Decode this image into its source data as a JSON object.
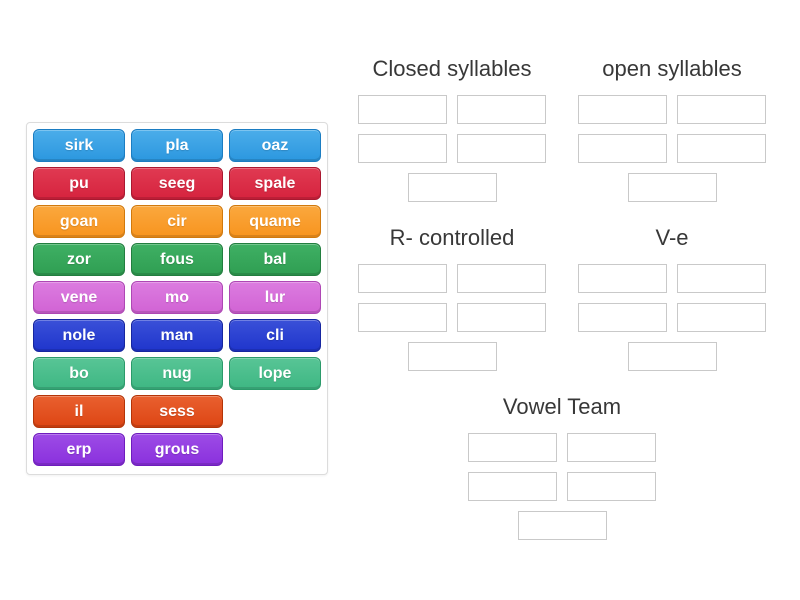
{
  "app": {
    "type": "group-sort-game"
  },
  "ui_colors": {
    "heading_text": "#383838",
    "slot_border": "#c9c9c9",
    "panel_border": "#dcdcdc",
    "tile_text": "#ffffff"
  },
  "palette": {
    "blue": {
      "light": "#4badea",
      "base": "#2b97df",
      "border": "#1b7dc2"
    },
    "red": {
      "light": "#e03a52",
      "base": "#d6233e",
      "border": "#aa1830"
    },
    "orange": {
      "light": "#faa83e",
      "base": "#f8941e",
      "border": "#d1790c"
    },
    "green": {
      "light": "#3fb064",
      "base": "#2f9e52",
      "border": "#227e3f"
    },
    "orchid": {
      "light": "#dc7ce0",
      "base": "#d163d4",
      "border": "#ae47b4"
    },
    "royalblue": {
      "light": "#3a50d8",
      "base": "#1f35cc",
      "border": "#1626a0"
    },
    "emerald": {
      "light": "#58c596",
      "base": "#3eb783",
      "border": "#2b9a6a"
    },
    "vermillion": {
      "light": "#e9602f",
      "base": "#dd4514",
      "border": "#b43407"
    },
    "violet": {
      "light": "#9d4ce6",
      "base": "#8a30dd",
      "border": "#6f1cbe"
    }
  },
  "word_bank": {
    "rows": [
      [
        {
          "label": "sirk",
          "color": "blue"
        },
        {
          "label": "pla",
          "color": "blue"
        },
        {
          "label": "oaz",
          "color": "blue"
        }
      ],
      [
        {
          "label": "pu",
          "color": "red"
        },
        {
          "label": "seeg",
          "color": "red"
        },
        {
          "label": "spale",
          "color": "red"
        }
      ],
      [
        {
          "label": "goan",
          "color": "orange"
        },
        {
          "label": "cir",
          "color": "orange"
        },
        {
          "label": "quame",
          "color": "orange"
        }
      ],
      [
        {
          "label": "zor",
          "color": "green"
        },
        {
          "label": "fous",
          "color": "green"
        },
        {
          "label": "bal",
          "color": "green"
        }
      ],
      [
        {
          "label": "vene",
          "color": "orchid"
        },
        {
          "label": "mo",
          "color": "orchid"
        },
        {
          "label": "lur",
          "color": "orchid"
        }
      ],
      [
        {
          "label": "nole",
          "color": "royalblue"
        },
        {
          "label": "man",
          "color": "royalblue"
        },
        {
          "label": "cli",
          "color": "royalblue"
        }
      ],
      [
        {
          "label": "bo",
          "color": "emerald"
        },
        {
          "label": "nug",
          "color": "emerald"
        },
        {
          "label": "lope",
          "color": "emerald"
        }
      ],
      [
        {
          "label": "il",
          "color": "vermillion"
        },
        {
          "label": "sess",
          "color": "vermillion"
        }
      ],
      [
        {
          "label": "erp",
          "color": "violet"
        },
        {
          "label": "grous",
          "color": "violet"
        }
      ]
    ]
  },
  "groups": [
    {
      "id": "closed-syllables",
      "title": "Closed syllables",
      "slots": 5
    },
    {
      "id": "open-syllables",
      "title": "open syllables",
      "slots": 5
    },
    {
      "id": "r-controlled",
      "title": "R- controlled",
      "slots": 5
    },
    {
      "id": "v-e",
      "title": "V-e",
      "slots": 5
    },
    {
      "id": "vowel-team",
      "title": "Vowel Team",
      "slots": 5
    }
  ]
}
